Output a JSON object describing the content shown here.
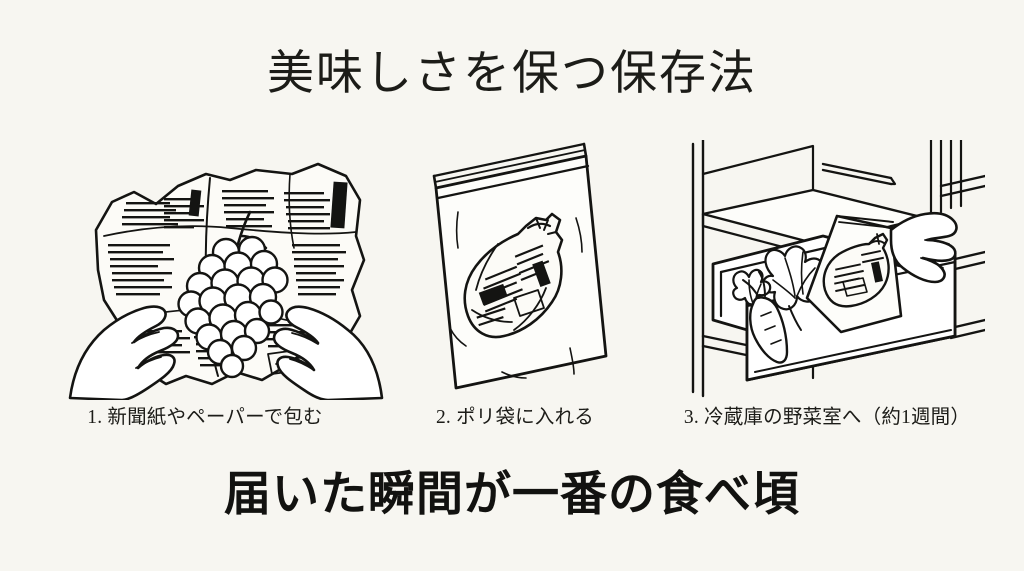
{
  "colors": {
    "background": "#f7f6f1",
    "ink": "#141412",
    "text": "#1c1c18",
    "paper_fill": "#fcfbf7"
  },
  "header": {
    "title": "美味しさを保つ保存法"
  },
  "steps": [
    {
      "number": "1",
      "caption": "1. 新聞紙やペーパーで包む",
      "illustration": "hands-wrapping-grapes-in-newspaper"
    },
    {
      "number": "2",
      "caption": "2. ポリ袋に入れる",
      "illustration": "wrapped-bundle-in-ziplock-bag"
    },
    {
      "number": "3",
      "caption": "3. 冷蔵庫の野菜室へ（約1週間）",
      "illustration": "hand-placing-bag-in-fridge-vegetable-drawer"
    }
  ],
  "footer": {
    "headline": "届いた瞬間が一番の食べ頃"
  }
}
